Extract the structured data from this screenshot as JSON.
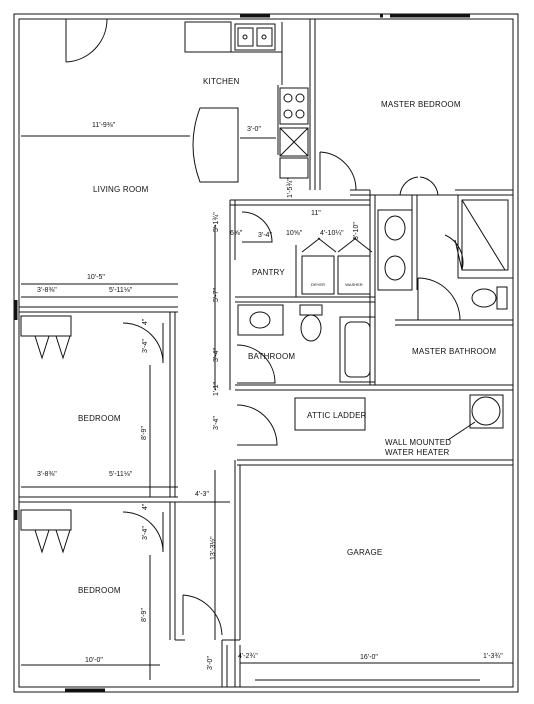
{
  "rooms": {
    "kitchen": "KITCHEN",
    "master_bedroom": "MASTER BEDROOM",
    "living_room": "LIVING ROOM",
    "pantry": "PANTRY",
    "bathroom": "BATHROOM",
    "master_bathroom": "MASTER BATHROOM",
    "bedroom_1": "BEDROOM",
    "bedroom_2": "BEDROOM",
    "attic_ladder": "ATTIC LADDER",
    "garage": "GARAGE"
  },
  "notes": {
    "water_heater_line1": "WALL MOUNTED",
    "water_heater_line2": "WATER HEATER"
  },
  "appliances": {
    "dryer": "DRYER",
    "washer": "WASHER"
  },
  "dimensions": {
    "living_width": "11'-9⅜\"",
    "kitchen_opening": "3'-0\"",
    "hall_1": "1'-5¾\"",
    "hall_2": "11\"",
    "pantry_vert": "5'-1¾\"",
    "pantry_a": "6⅝\"",
    "pantry_b": "3'-4\"",
    "pantry_c": "10⅝\"",
    "laundry_w": "4'-10¼\"",
    "mb_closet": "3'-10\"",
    "bed1_total": "10'-5\"",
    "bed1_left": "3'-8⅜\"",
    "bed1_right": "5'-11⅛\"",
    "bed1_wall": "4\"",
    "bath_hall_v": "5'-7\"",
    "bed1_door_v": "3'-4\"",
    "bath_v": "3'-4\"",
    "hall_gap_v": "1'-1\"",
    "attic_door_v": "3'-4\"",
    "bed1_height": "8'-9\"",
    "bed2_left": "3'-8⅜\"",
    "bed2_right": "5'-11⅛\"",
    "hall_width": "4'-3\"",
    "bed2_wall": "4\"",
    "bed2_door_v": "3'-4\"",
    "garage_side_v": "13'-3½\"",
    "bed2_height": "8'-9\"",
    "bed2_width": "10'-0\"",
    "entry_v": "3'-0\"",
    "garage_left": "4'-2¾\"",
    "garage_door": "16'-0\"",
    "garage_right": "1'-3¾\""
  }
}
